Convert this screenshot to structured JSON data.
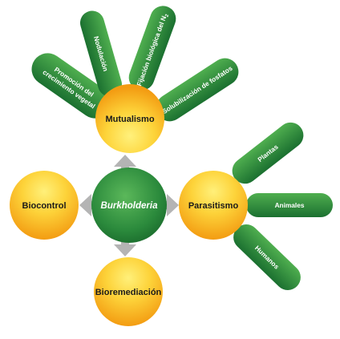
{
  "center": {
    "label": "Burkholderia"
  },
  "nodes": {
    "mutualism": "Mutualismo",
    "parasitism": "Parasitismo",
    "biocontrol": "Biocontrol",
    "bioremediation": "Bioremediación"
  },
  "mutualism_leaves": {
    "promotion_line1": "Promoción del",
    "promotion_line2": "crecimiento vegetal",
    "nodulation": "Nodulación",
    "fixation": "Fijación biológica del N",
    "fixation_sub": "2",
    "solubilization": "Solubilización de fosfatos"
  },
  "parasitism_leaves": {
    "plants": "Plantas",
    "animals": "Animales",
    "humans": "Humanos"
  },
  "colors": {
    "green_dark": "#1e7a34",
    "green_light": "#5cb85c",
    "orange_dark": "#f4a614",
    "yellow_light": "#fde85a",
    "arrow_gray": "#b4b4b4"
  }
}
